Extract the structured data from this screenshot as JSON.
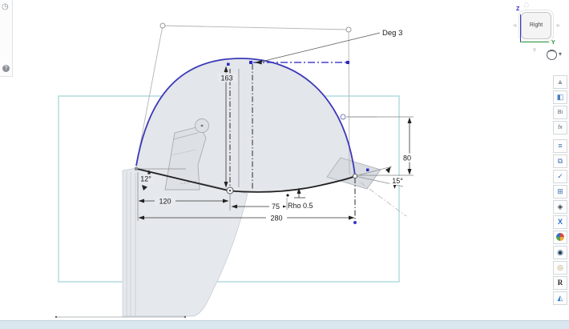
{
  "viewcube": {
    "face_label": "Right",
    "axis_z_label": "Z",
    "axis_y_label": "Y"
  },
  "left_panel": {
    "history_icon": "◷",
    "help_label": "?"
  },
  "annotations": {
    "deg3": "Deg 3",
    "dim_height": "163",
    "angle_left": "12°",
    "dim_120": "120",
    "dim_75": "75",
    "rho_label": "Rho 0.5",
    "dim_280": "280",
    "dim_80": "80",
    "angle_right": "15°"
  },
  "toolbar_right": {
    "items": [
      {
        "name": "terrain",
        "glyph": "▲"
      },
      {
        "name": "material",
        "glyph": "◧"
      },
      {
        "name": "bom",
        "glyph": "Bi"
      },
      {
        "name": "parameters",
        "glyph": "fx"
      },
      {
        "name": "notes",
        "glyph": "≡"
      },
      {
        "name": "copy",
        "glyph": "⧉"
      },
      {
        "name": "approve",
        "glyph": "✓"
      },
      {
        "name": "schedule",
        "glyph": "⊞"
      },
      {
        "name": "shield",
        "glyph": "◈"
      },
      {
        "name": "excel",
        "glyph": "X"
      },
      {
        "name": "pie-chart",
        "glyph": ""
      },
      {
        "name": "browser",
        "glyph": "◉"
      },
      {
        "name": "view",
        "glyph": "◎"
      },
      {
        "name": "r-app",
        "glyph": "R"
      },
      {
        "name": "triangle-app",
        "glyph": "◭"
      }
    ]
  },
  "colors": {
    "sketch_blue": "#3c38b8",
    "construction_blue": "#4545cc",
    "sketch_black": "#222222",
    "selection_window": "#aed9de",
    "underlay_fill": "#e3e6ea",
    "underlay_stroke": "#b8bec6",
    "axis_z": "#3434cf",
    "axis_y": "#2f9e3f",
    "statusbar": "#dbe7ee"
  }
}
